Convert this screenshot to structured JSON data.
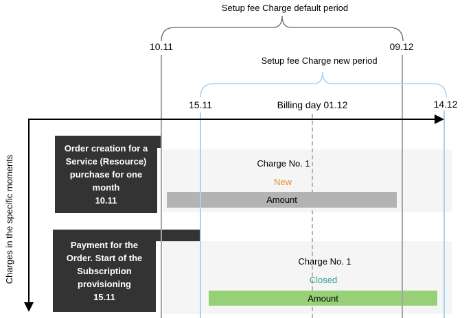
{
  "braces": {
    "default_period_label": "Setup fee Charge default period",
    "new_period_label": "Setup fee Charge new period"
  },
  "timeline": {
    "start_default": "10.11",
    "end_default": "09.12",
    "start_new": "15.11",
    "billing_day": "Billing day 01.12",
    "end_new": "14.12"
  },
  "y_axis_label": "Charges in the specific moments",
  "rows": [
    {
      "event": "Order creation for a\nService (Resource)\npurchase for one\nmonth\n10.11",
      "charge_title": "Charge No. 1",
      "status": "New",
      "amount_label": "Amount"
    },
    {
      "event": "Payment for the\nOrder. Start of the\nSubscription\nprovisioning\n15.11",
      "charge_title": "Charge No. 1",
      "status": "Closed",
      "amount_label": "Amount"
    }
  ],
  "colors": {
    "event_box": "#333333",
    "period_band": "#f5f5f6",
    "amount_bar_gray": "#b3b3b3",
    "amount_bar_green": "#97d077",
    "marker_line_gray": "#a6a6a6",
    "marker_line_blue": "#a9d4f0",
    "status_new": "#e8892d",
    "status_closed": "#2d9e8b",
    "brace_default": "#666666",
    "brace_new": "#a9d4f0"
  }
}
